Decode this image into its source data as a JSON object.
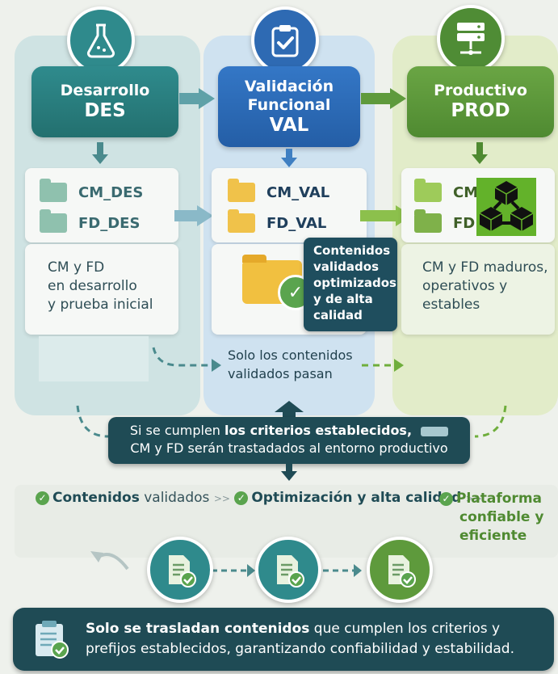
{
  "columns": {
    "des": {
      "line1": "Desarrollo",
      "line2": "DES",
      "files": [
        "CM_DES",
        "FD_DES"
      ],
      "desc": [
        "CM y FD",
        "en desarrollo",
        "y prueba inicial"
      ]
    },
    "val": {
      "line1": "Validación",
      "line2": "Funcional",
      "line3": "VAL",
      "files": [
        "CM_VAL",
        "FD_VAL"
      ]
    },
    "prod": {
      "line1": "Productivo",
      "line2": "PROD",
      "files": [
        "CM",
        "FD"
      ],
      "desc": [
        "CM y FD maduros,",
        "operativos y",
        "estables"
      ]
    }
  },
  "callout": [
    "Contenidos",
    "validados",
    "optimizados",
    "y de alta",
    "calidad"
  ],
  "pass_note": [
    "Solo los contenidos",
    "validados pasan"
  ],
  "criteria": {
    "pre": "Si se cumplen ",
    "bold": "los criterios establecidos,",
    "line2": "CM y FD serán trastadados al entorno productivo"
  },
  "flow": {
    "item1_bold": "Contenidos",
    "item1_rest": " validados",
    "sep": ">>",
    "item2": "Optimización y alta calidad",
    "item3": [
      "Plataforma",
      "confiable y",
      "eficiente"
    ]
  },
  "footer": {
    "bold": "Solo se trasladan contenidos",
    "rest1": " que cumplen los criterios y",
    "line2": "prefijos establecidos, garantizando confiabilidad y estabilidad."
  },
  "icons": [
    "flask-icon",
    "clipboard-check-icon",
    "server-icon",
    "folder-icon",
    "check-icon",
    "network-cubes-icon",
    "document-check-icon"
  ],
  "colors": {
    "teal": "#2d7f80",
    "blue": "#2f6fb8",
    "green": "#5e9a3c",
    "dark": "#1f4b55"
  }
}
